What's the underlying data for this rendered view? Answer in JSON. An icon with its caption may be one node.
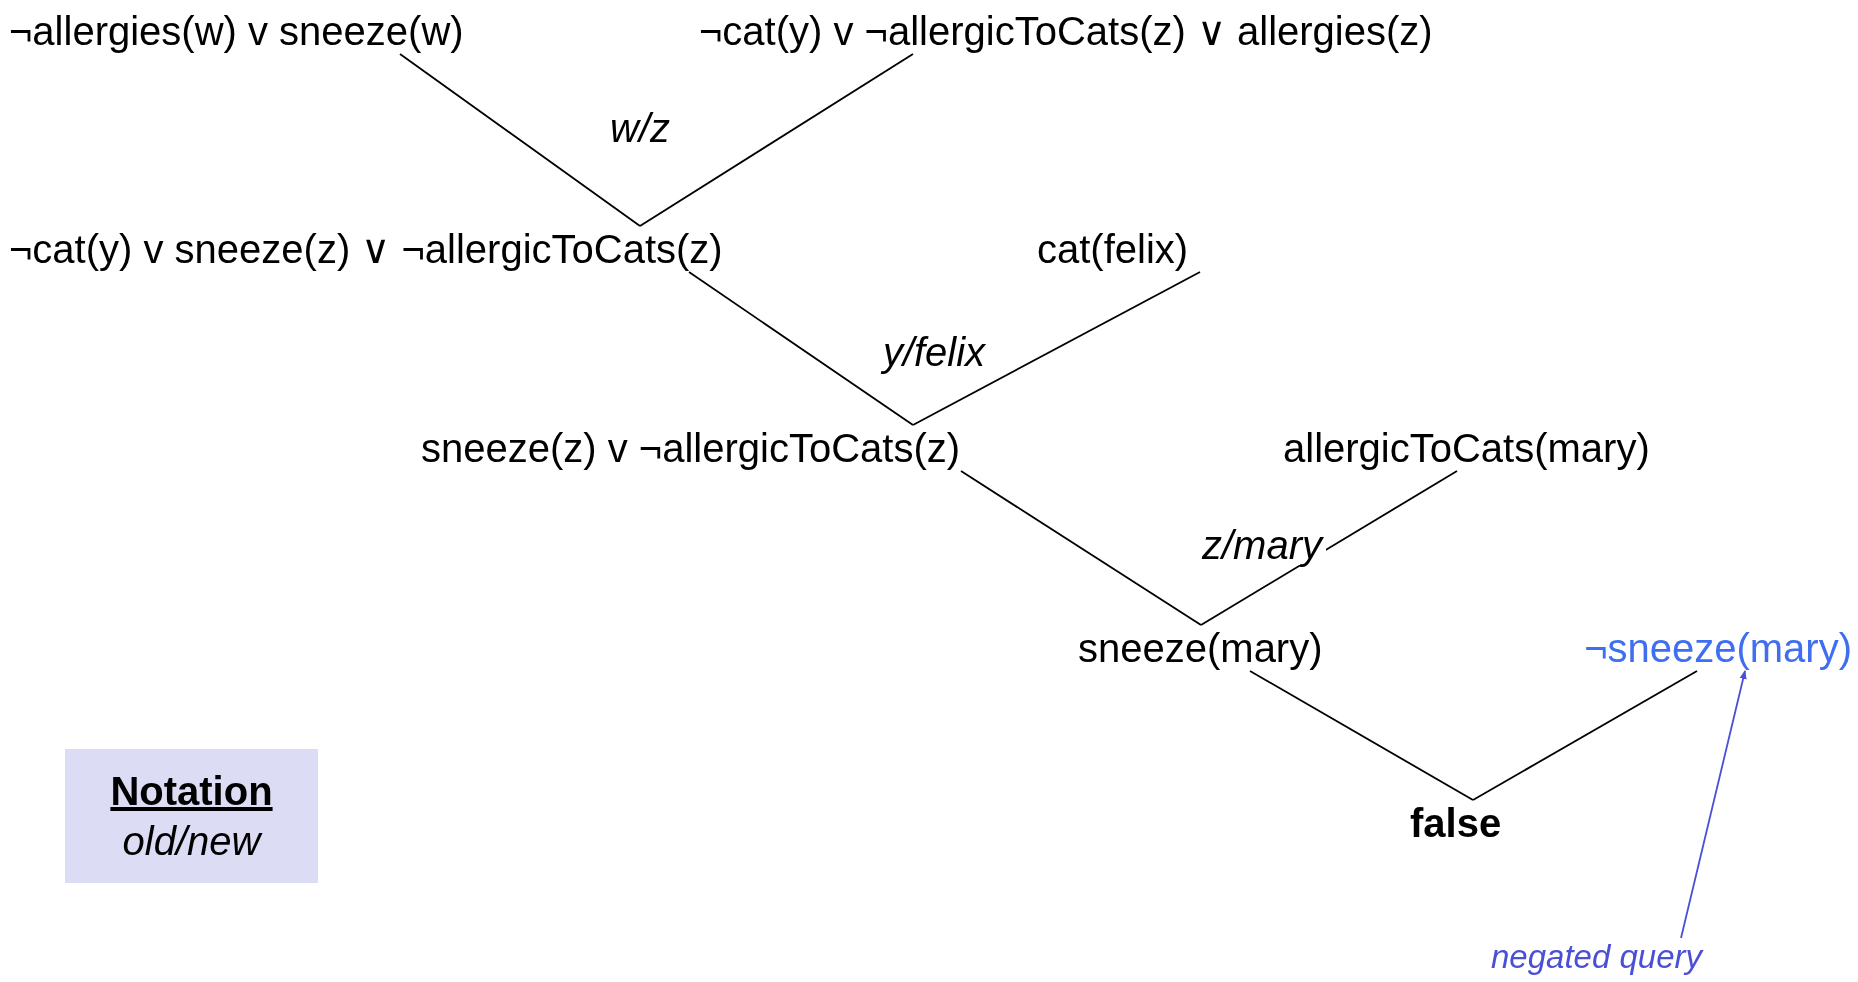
{
  "diagram": {
    "nodes": [
      {
        "text": [
          "¬allergies(w) v sneeze(w)"
        ]
      },
      {
        "text": [
          "¬cat(y) v ¬allergicToCats(z) ∨ allergies(z)"
        ]
      },
      {
        "text": [
          "¬cat(y) v sneeze(z) ∨ ¬allergicToCats(z)"
        ]
      },
      {
        "text": [
          "cat(felix)"
        ]
      },
      {
        "text": [
          "sneeze(z) v ¬allergicToCats(z)"
        ]
      },
      {
        "text": [
          "allergicToCats(mary)"
        ]
      },
      {
        "text": [
          "sneeze(mary)"
        ]
      },
      {
        "text": [
          "¬sneeze(mary)"
        ]
      },
      {
        "text": [
          "false"
        ]
      },
      {
        "text": [
          "Notation",
          "old/new"
        ]
      },
      {
        "text": [
          "negated query"
        ]
      }
    ],
    "edges": [
      {
        "from": 0,
        "to": 2,
        "arrow": "none",
        "label": "w/z"
      },
      {
        "from": 1,
        "to": 2,
        "arrow": "none"
      },
      {
        "from": 2,
        "to": 4,
        "arrow": "none",
        "label": "y/felix"
      },
      {
        "from": 3,
        "to": 4,
        "arrow": "none"
      },
      {
        "from": 4,
        "to": 6,
        "arrow": "none",
        "label": "z/mary"
      },
      {
        "from": 5,
        "to": 6,
        "arrow": "none"
      },
      {
        "from": 6,
        "to": 8,
        "arrow": "none"
      },
      {
        "from": 7,
        "to": 8,
        "arrow": "none"
      },
      {
        "from": 10,
        "to": 7,
        "arrow": "to",
        "color": "#4a4fd6"
      }
    ]
  }
}
